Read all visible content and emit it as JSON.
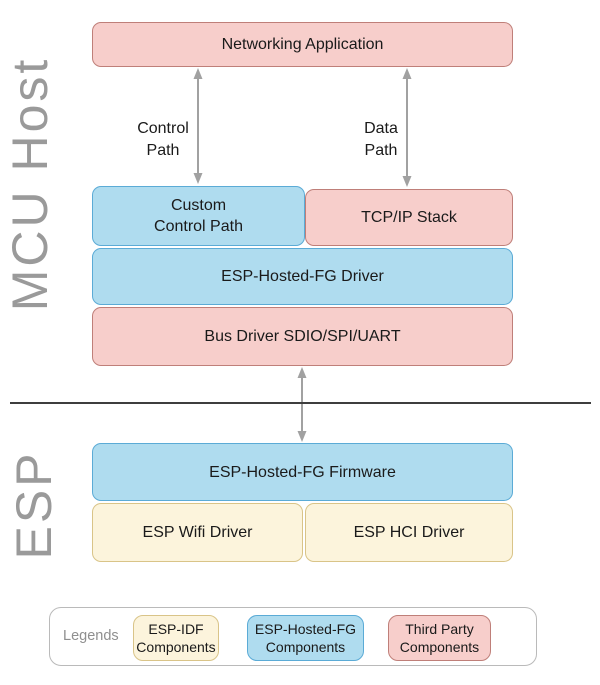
{
  "sections": {
    "mcu_host": {
      "label": "MCU Host"
    },
    "esp": {
      "label": "ESP"
    }
  },
  "boxes": {
    "networking_application": {
      "label": "Networking Application",
      "type": "third-party"
    },
    "custom_control_path": {
      "label": "Custom\nControl Path",
      "type": "esp-hosted-fg"
    },
    "tcpip_stack": {
      "label": "TCP/IP Stack",
      "type": "third-party"
    },
    "esp_hosted_fg_driver": {
      "label": "ESP-Hosted-FG Driver",
      "type": "esp-hosted-fg"
    },
    "bus_driver": {
      "label": "Bus Driver SDIO/SPI/UART",
      "type": "third-party"
    },
    "esp_hosted_fg_firmware": {
      "label": "ESP-Hosted-FG Firmware",
      "type": "esp-hosted-fg"
    },
    "esp_wifi_driver": {
      "label": "ESP Wifi Driver",
      "type": "esp-idf"
    },
    "esp_hci_driver": {
      "label": "ESP HCI Driver",
      "type": "esp-idf"
    }
  },
  "arrows": {
    "control": {
      "label": "Control\nPath"
    },
    "data": {
      "label": "Data\nPath"
    },
    "bus_to_firmware": {
      "label": ""
    }
  },
  "legend": {
    "title": "Legends",
    "items": [
      {
        "label": "ESP-IDF\nComponents",
        "type": "esp-idf",
        "fill": "#FCF4DC",
        "stroke": "#D9C488"
      },
      {
        "label": "ESP-Hosted-FG\nComponents",
        "type": "esp-hosted-fg",
        "fill": "#AFDCEF",
        "stroke": "#5BABD6"
      },
      {
        "label": "Third Party\nComponents",
        "type": "third-party",
        "fill": "#F7CECB",
        "stroke": "#BF7F79"
      }
    ]
  },
  "colors": {
    "third_party_fill": "#F7CECB",
    "third_party_stroke": "#BF7F79",
    "esp_hosted_fg_fill": "#AFDCEF",
    "esp_hosted_fg_stroke": "#5BABD6",
    "esp_idf_fill": "#FCF4DC",
    "esp_idf_stroke": "#D9C488",
    "section_label_gray": "#9A9A9A",
    "arrow_gray": "#A1A1A1",
    "divider_dark": "#3D3D3D"
  }
}
